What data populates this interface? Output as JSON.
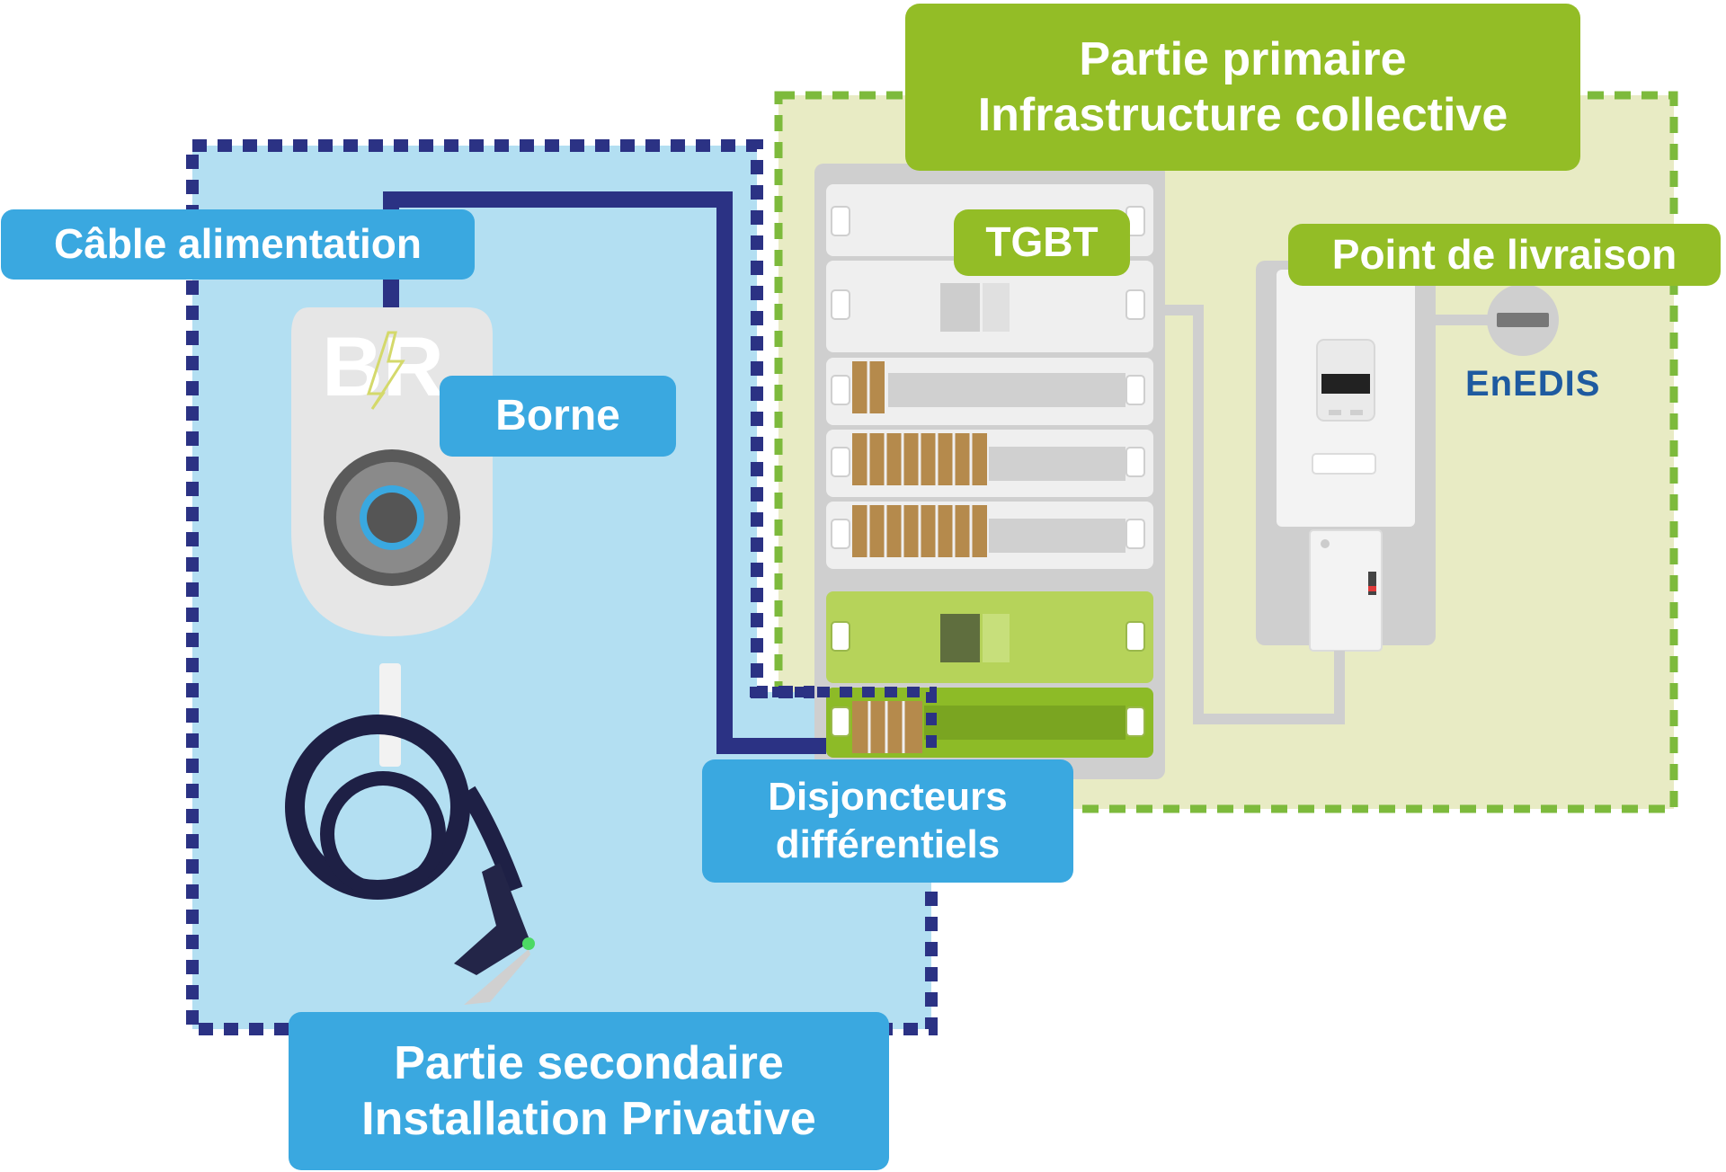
{
  "labels": {
    "primary_title": "Partie primaire",
    "primary_subtitle": "Infrastructure collective",
    "tgbt": "TGBT",
    "delivery_point": "Point de livraison",
    "power_cable": "Câble alimentation",
    "charger": "Borne",
    "breakers_line1": "Disjoncteurs",
    "breakers_line2": "différentiels",
    "secondary_title": "Partie secondaire",
    "secondary_subtitle": "Installation Privative",
    "enedis_logo": "EnEDIS",
    "charger_logo": "BR"
  },
  "colors": {
    "primary_green": "#93bd26",
    "secondary_blue": "#3aa8e0",
    "private_zone_fill": "#b3dff2",
    "private_zone_border": "#2b3284",
    "collective_zone_fill": "#e8ebc4",
    "collective_zone_border": "#7dba3c",
    "cable_dark": "#1e2045",
    "enedis_blue": "#1e5aa0",
    "enedis_green": "#7fc241"
  },
  "icons": [
    "charger-station-icon",
    "charging-cable-icon",
    "electrical-panel-icon",
    "meter-icon",
    "enedis-logo"
  ]
}
